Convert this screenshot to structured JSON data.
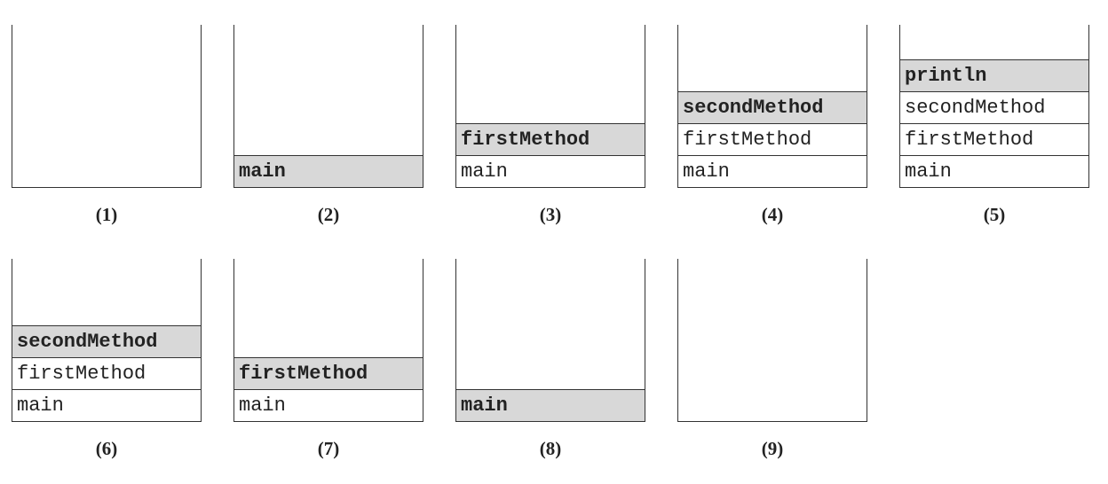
{
  "diagrams": [
    {
      "caption": "(1)",
      "frames": []
    },
    {
      "caption": "(2)",
      "frames": [
        {
          "label": "main",
          "active": true
        }
      ]
    },
    {
      "caption": "(3)",
      "frames": [
        {
          "label": "main",
          "active": false
        },
        {
          "label": "firstMethod",
          "active": true
        }
      ]
    },
    {
      "caption": "(4)",
      "frames": [
        {
          "label": "main",
          "active": false
        },
        {
          "label": "firstMethod",
          "active": false
        },
        {
          "label": "secondMethod",
          "active": true
        }
      ]
    },
    {
      "caption": "(5)",
      "frames": [
        {
          "label": "main",
          "active": false
        },
        {
          "label": "firstMethod",
          "active": false
        },
        {
          "label": "secondMethod",
          "active": false
        },
        {
          "label": "println",
          "active": true
        }
      ]
    },
    {
      "caption": "(6)",
      "frames": [
        {
          "label": "main",
          "active": false
        },
        {
          "label": "firstMethod",
          "active": false
        },
        {
          "label": "secondMethod",
          "active": true
        }
      ]
    },
    {
      "caption": "(7)",
      "frames": [
        {
          "label": "main",
          "active": false
        },
        {
          "label": "firstMethod",
          "active": true
        }
      ]
    },
    {
      "caption": "(8)",
      "frames": [
        {
          "label": "main",
          "active": true
        }
      ]
    },
    {
      "caption": "(9)",
      "frames": []
    }
  ]
}
